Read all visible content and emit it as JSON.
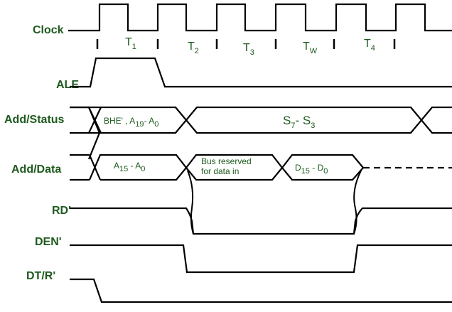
{
  "colors": {
    "label": "#1e5a1e",
    "line": "#000000",
    "background": "#ffffff"
  },
  "signals": {
    "clock": "Clock",
    "ale": "ALE",
    "add_status": "Add/Status",
    "add_data": "Add/Data",
    "rd": "RD'",
    "den": "DEN'",
    "dtr": "DT/R'"
  },
  "states": {
    "t1": {
      "main": "T",
      "sub": "1"
    },
    "t2": {
      "main": "T",
      "sub": "2"
    },
    "t3": {
      "main": "T",
      "sub": "3"
    },
    "tw": {
      "main": "T",
      "sub": "W"
    },
    "t4": {
      "main": "T",
      "sub": "4"
    }
  },
  "add_status": {
    "seg1_a": "BHE' , A",
    "seg1_b": "19",
    "seg1_c": "-  A",
    "seg1_d": "0",
    "seg2_a": "S",
    "seg2_b": "7",
    "seg2_c": "-  S",
    "seg2_d": "3"
  },
  "add_data": {
    "seg1_a": "A",
    "seg1_b": "15",
    "seg1_c": " -   A",
    "seg1_d": "0",
    "bus_line1": "Bus reserved",
    "bus_line2": "for data in",
    "seg3_a": "D",
    "seg3_b": "15",
    "seg3_c": " -   D",
    "seg3_d": "0"
  }
}
